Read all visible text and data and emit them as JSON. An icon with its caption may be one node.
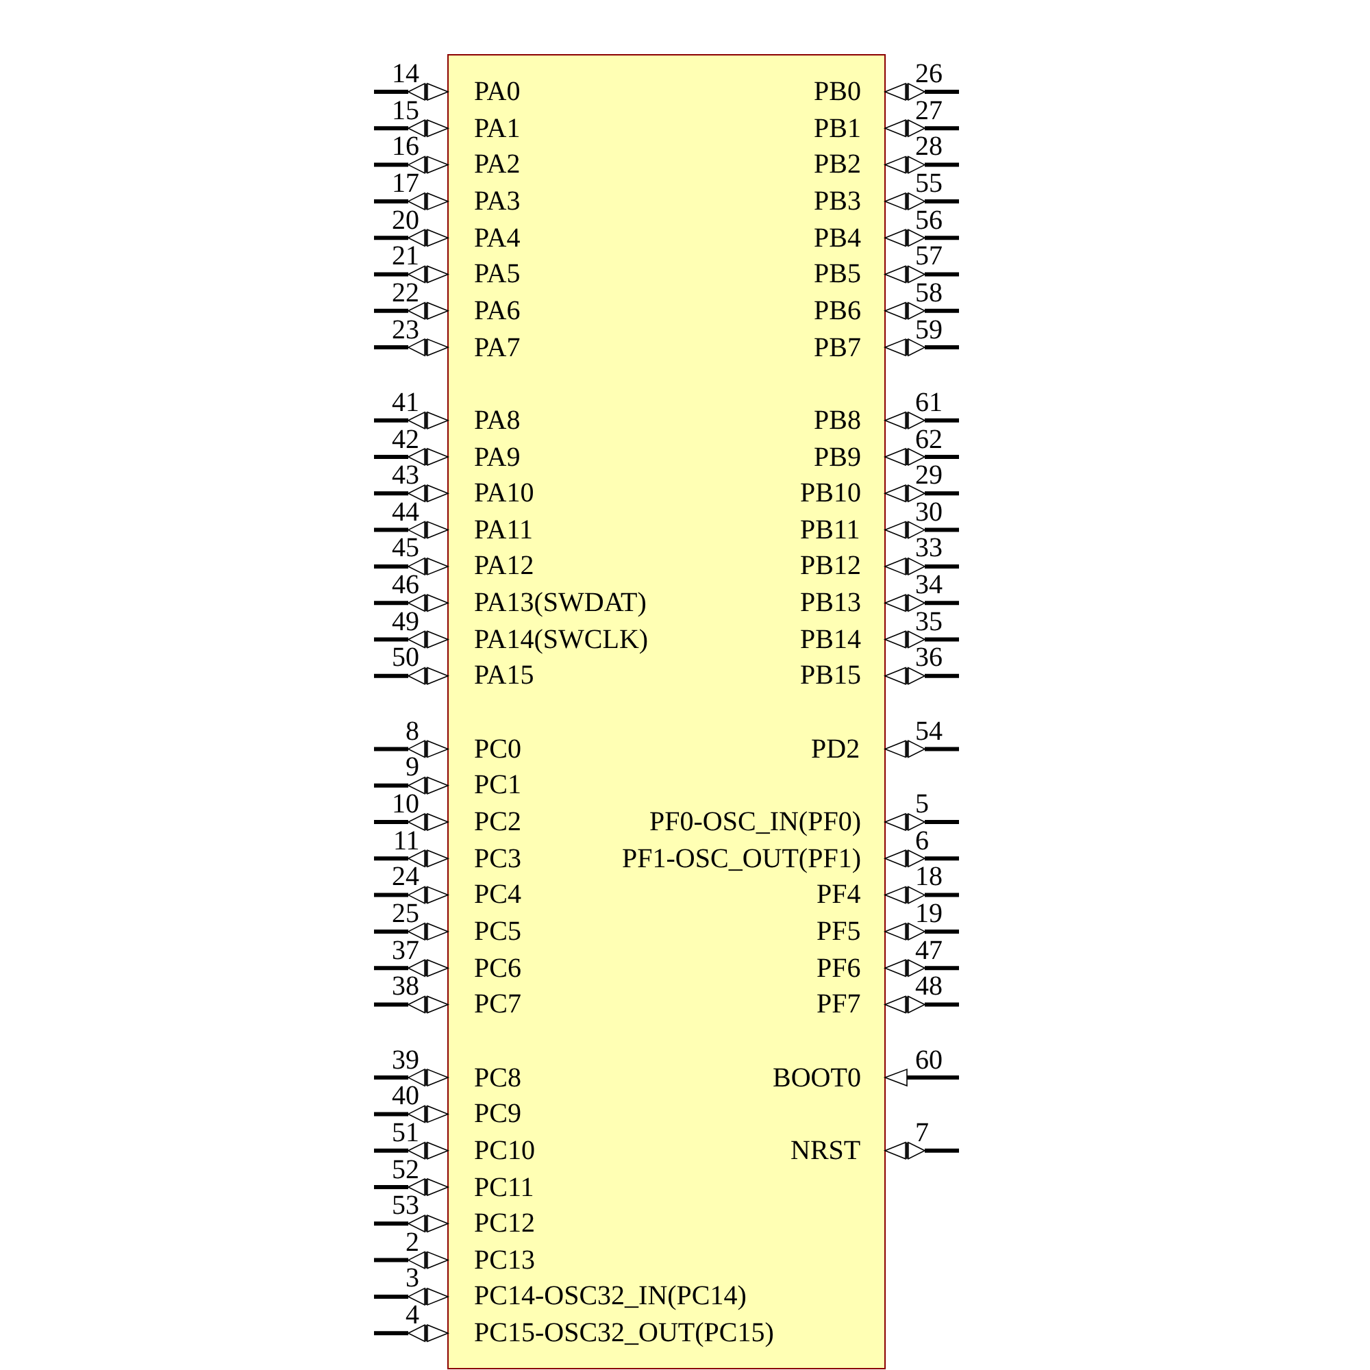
{
  "diagram": {
    "labels": [
      "14",
      "PA0",
      "PB0",
      "26",
      "15",
      "PA1",
      "PB1",
      "27",
      "16",
      "PA2",
      "PB2",
      "28",
      "17",
      "PA3",
      "PB3",
      "55",
      "20",
      "PA4",
      "PB4",
      "56",
      "21",
      "PA5",
      "PB5",
      "57",
      "22",
      "PA6",
      "PB6",
      "58",
      "23",
      "PA7",
      "PB7",
      "59",
      "41",
      "PA8",
      "PB8",
      "61",
      "42",
      "PA9",
      "PB9",
      "62",
      "43",
      "PA10",
      "PB10",
      "29",
      "44",
      "PA11",
      "PB11",
      "30",
      "45",
      "PA12",
      "PB12",
      "33",
      "46",
      "PA13(SWDAT)",
      "PB13",
      "34",
      "49",
      "PA14(SWCLK)",
      "PB14",
      "35",
      "50",
      "PA15",
      "PB15",
      "36",
      "8",
      "PC0",
      "PD2",
      "54",
      "9",
      "PC1",
      "10",
      "PC2",
      "PF0-OSC_IN(PF0)",
      "5",
      "11",
      "PC3",
      "PF1-OSC_OUT(PF1)",
      "6",
      "24",
      "PC4",
      "PF4",
      "18",
      "25",
      "PC5",
      "PF5",
      "19",
      "37",
      "PC6",
      "PF6",
      "47",
      "38",
      "PC7",
      "PF7",
      "48",
      "39",
      "PC8",
      "BOOT0",
      "60",
      "40",
      "PC9",
      "51",
      "PC10",
      "NRST",
      "7",
      "52",
      "PC11",
      "53",
      "PC12",
      "2",
      "PC13",
      "3",
      "PC14-OSC32_IN(PC14)",
      "4",
      "PC15-OSC32_OUT(PC15)"
    ]
  }
}
